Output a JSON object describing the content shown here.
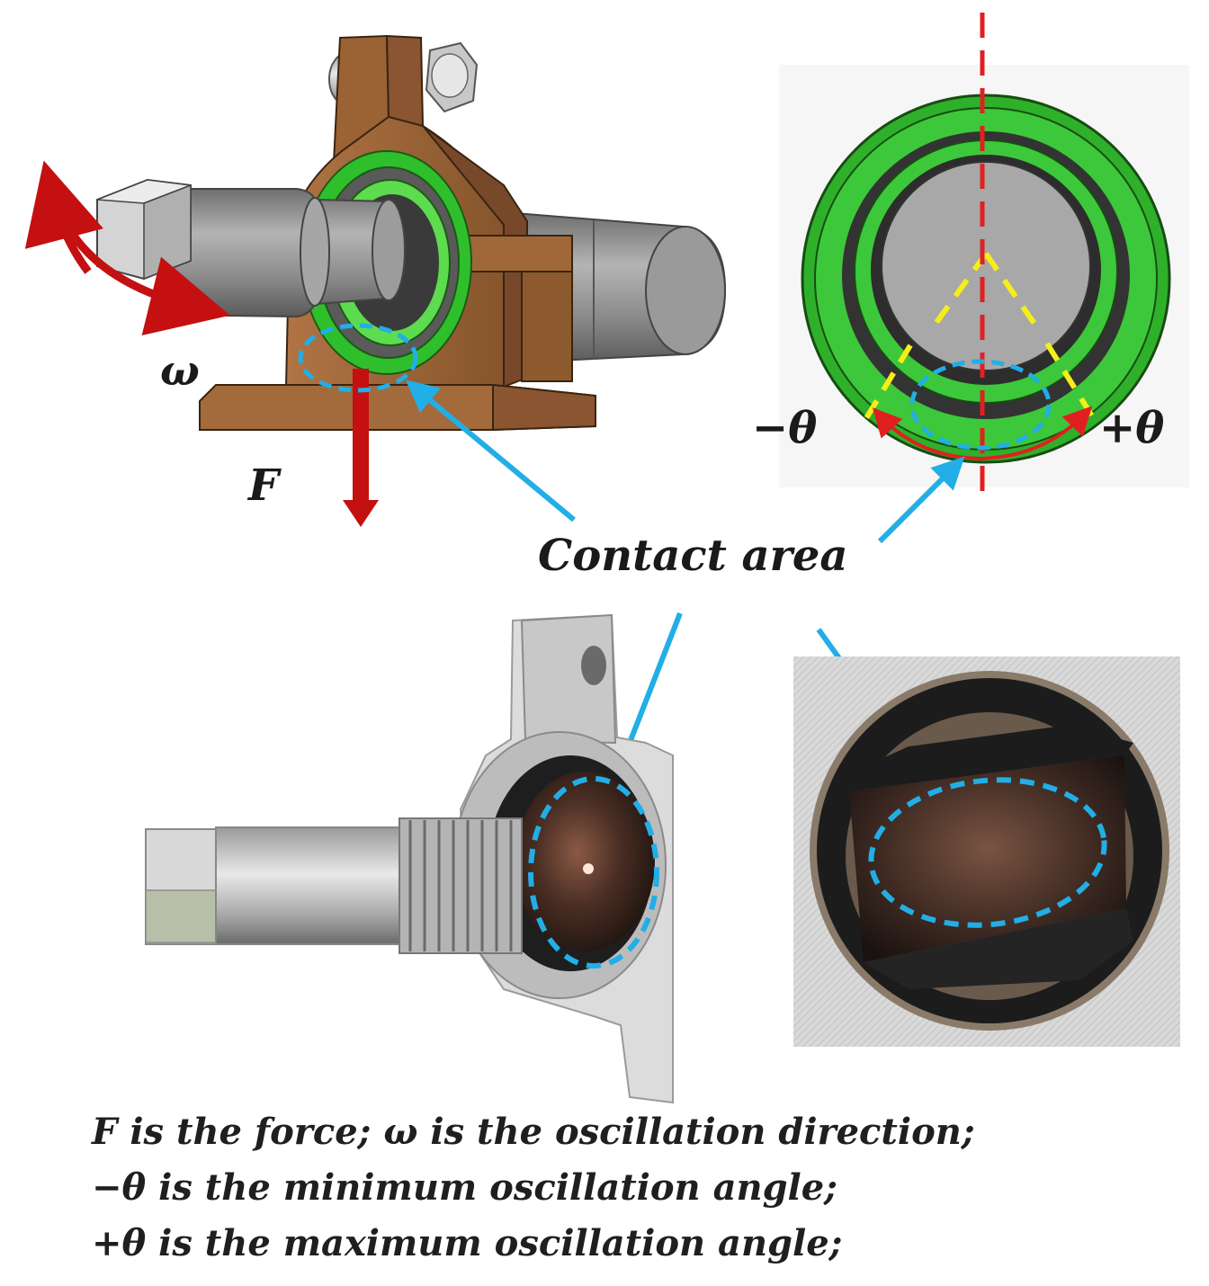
{
  "labels": {
    "omega": "ω",
    "force": "F",
    "minus_theta": "−θ",
    "plus_theta": "+θ",
    "contact_area": "Contact area"
  },
  "caption": {
    "line1": "F is the force; ω is the oscillation direction;",
    "line2": "−θ is the minimum oscillation angle;",
    "line3": "+θ is the maximum oscillation angle;"
  },
  "colors": {
    "housing": "#a0683a",
    "seal_green": "#3cc83a",
    "shaft_gray": "#8f8f8f",
    "arrow_red": "#c41010",
    "contact_blue": "#22aee6",
    "guide_yellow": "#f5ee1a",
    "axis_red": "#e02020"
  }
}
